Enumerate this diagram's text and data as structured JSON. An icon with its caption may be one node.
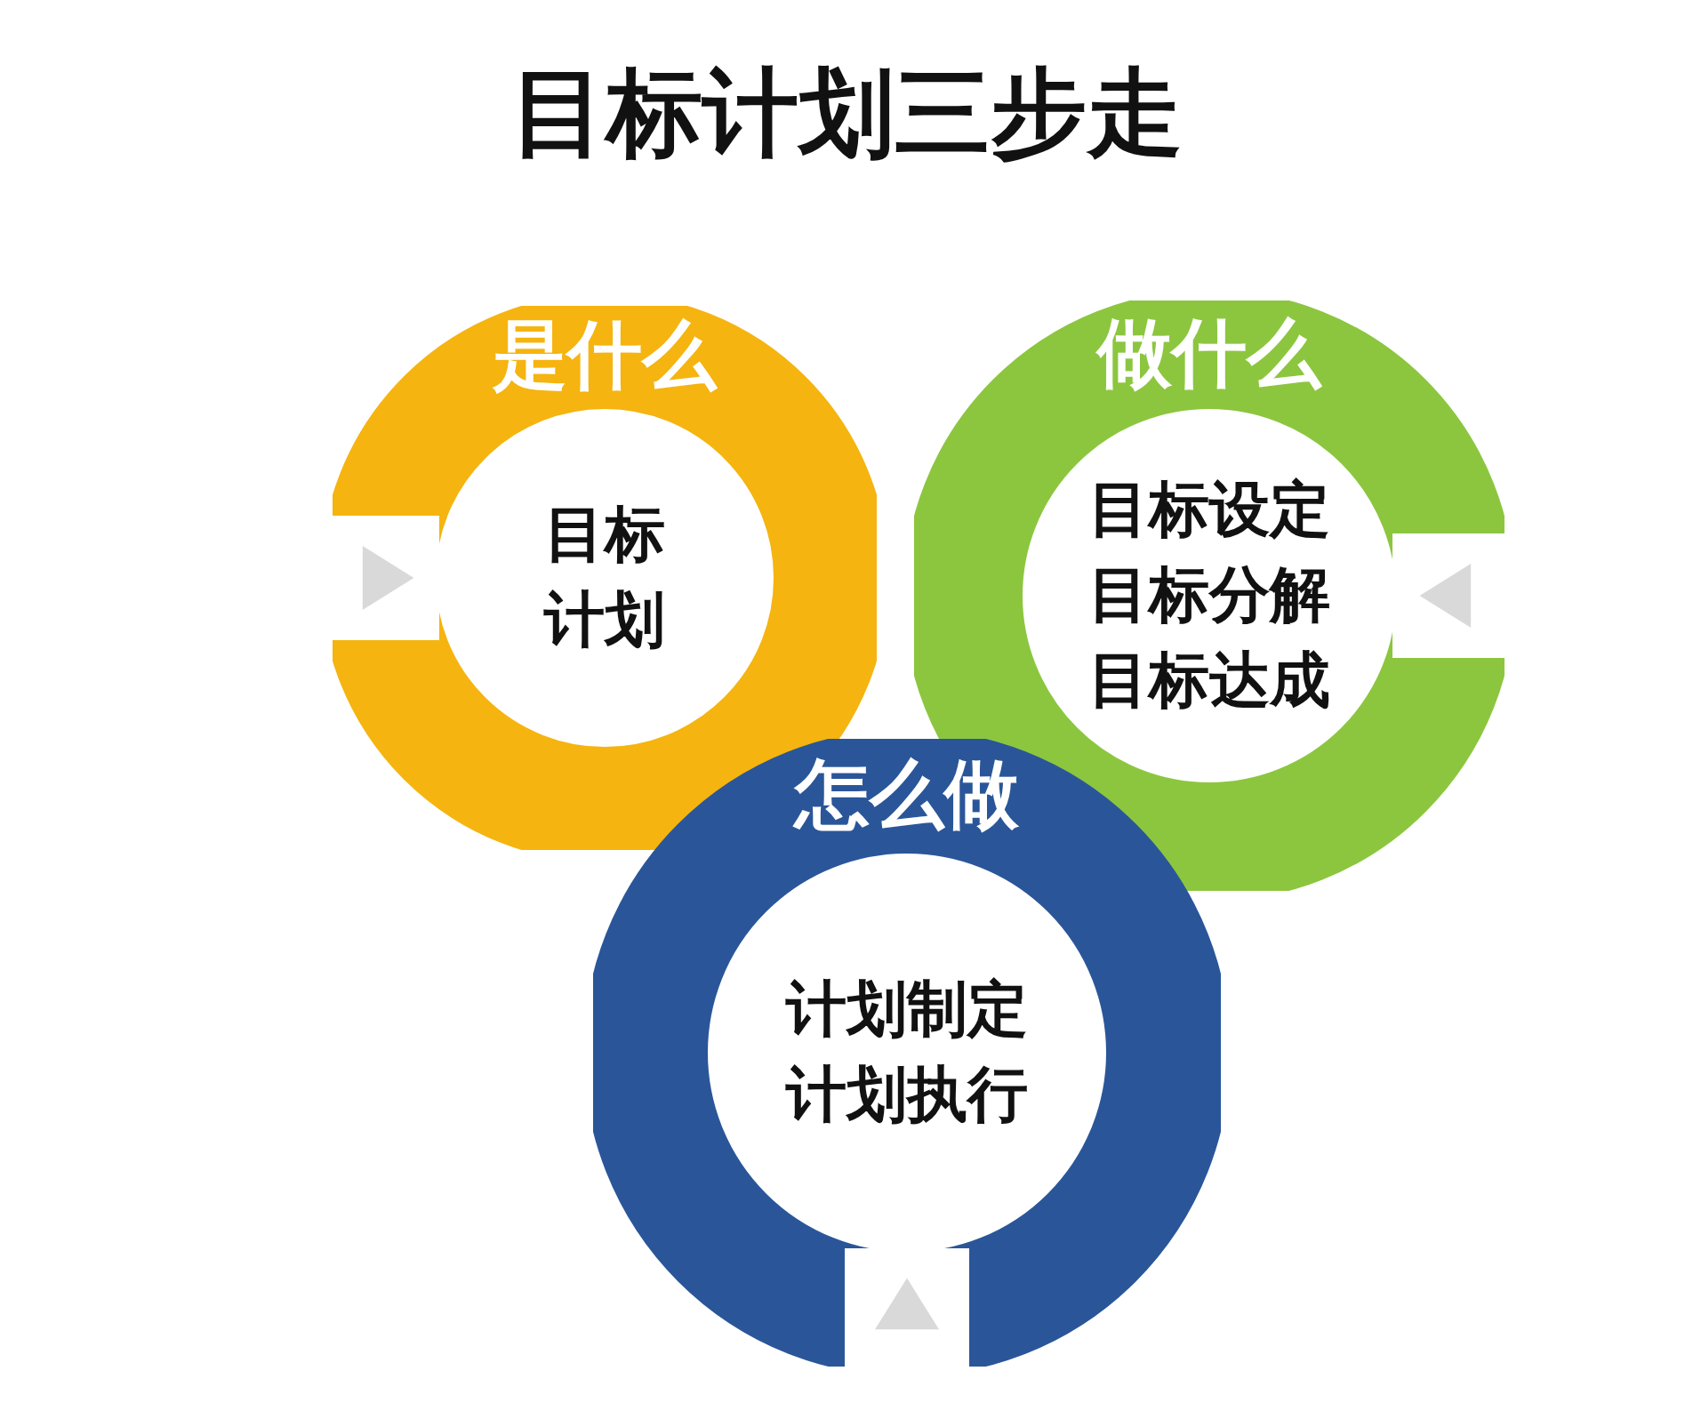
{
  "diagram": {
    "title": "目标计划三步走",
    "nodes": [
      {
        "text": [
          "是什么",
          "目标",
          "计划"
        ]
      },
      {
        "text": [
          "做什么",
          "目标设定",
          "目标分解",
          "目标达成"
        ]
      },
      {
        "text": [
          "怎么做",
          "计划制定",
          "计划执行"
        ]
      }
    ]
  }
}
